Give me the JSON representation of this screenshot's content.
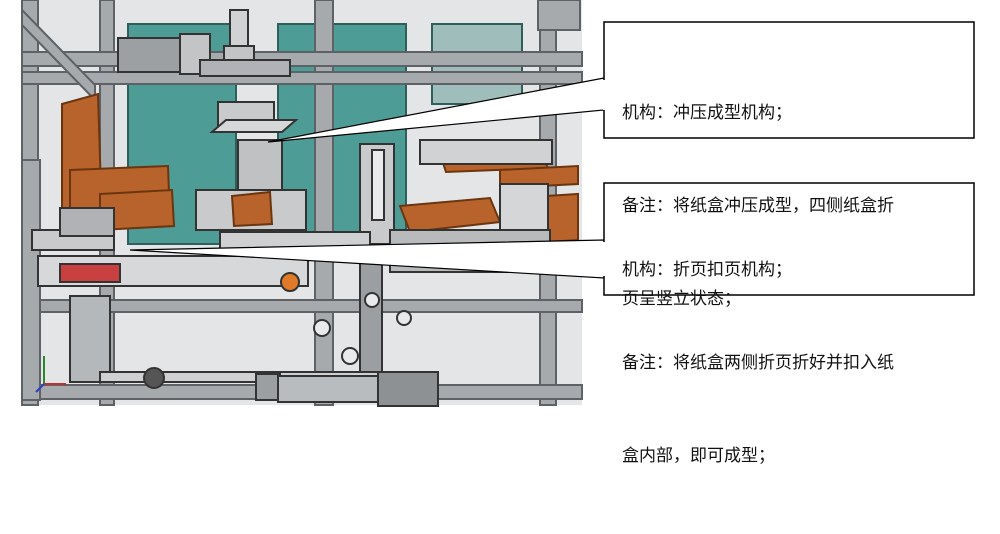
{
  "callouts": [
    {
      "mechanism_line": "机构：冲压成型机构；",
      "note_line1": "备注：将纸盒冲压成型，四侧纸盒折",
      "note_line2": "页呈竖立状态；"
    },
    {
      "mechanism_line": "机构：折页扣页机构；",
      "note_line1": "备注：将纸盒两侧折页折好并扣入纸",
      "note_line2": "盒内部，即可成型；"
    }
  ],
  "colors": {
    "frame": "#a7aaad",
    "frame_dark": "#5e6266",
    "teal_panel": "#4e9c96",
    "carton": "#b8632b",
    "machine_body": "#c9cacb"
  }
}
